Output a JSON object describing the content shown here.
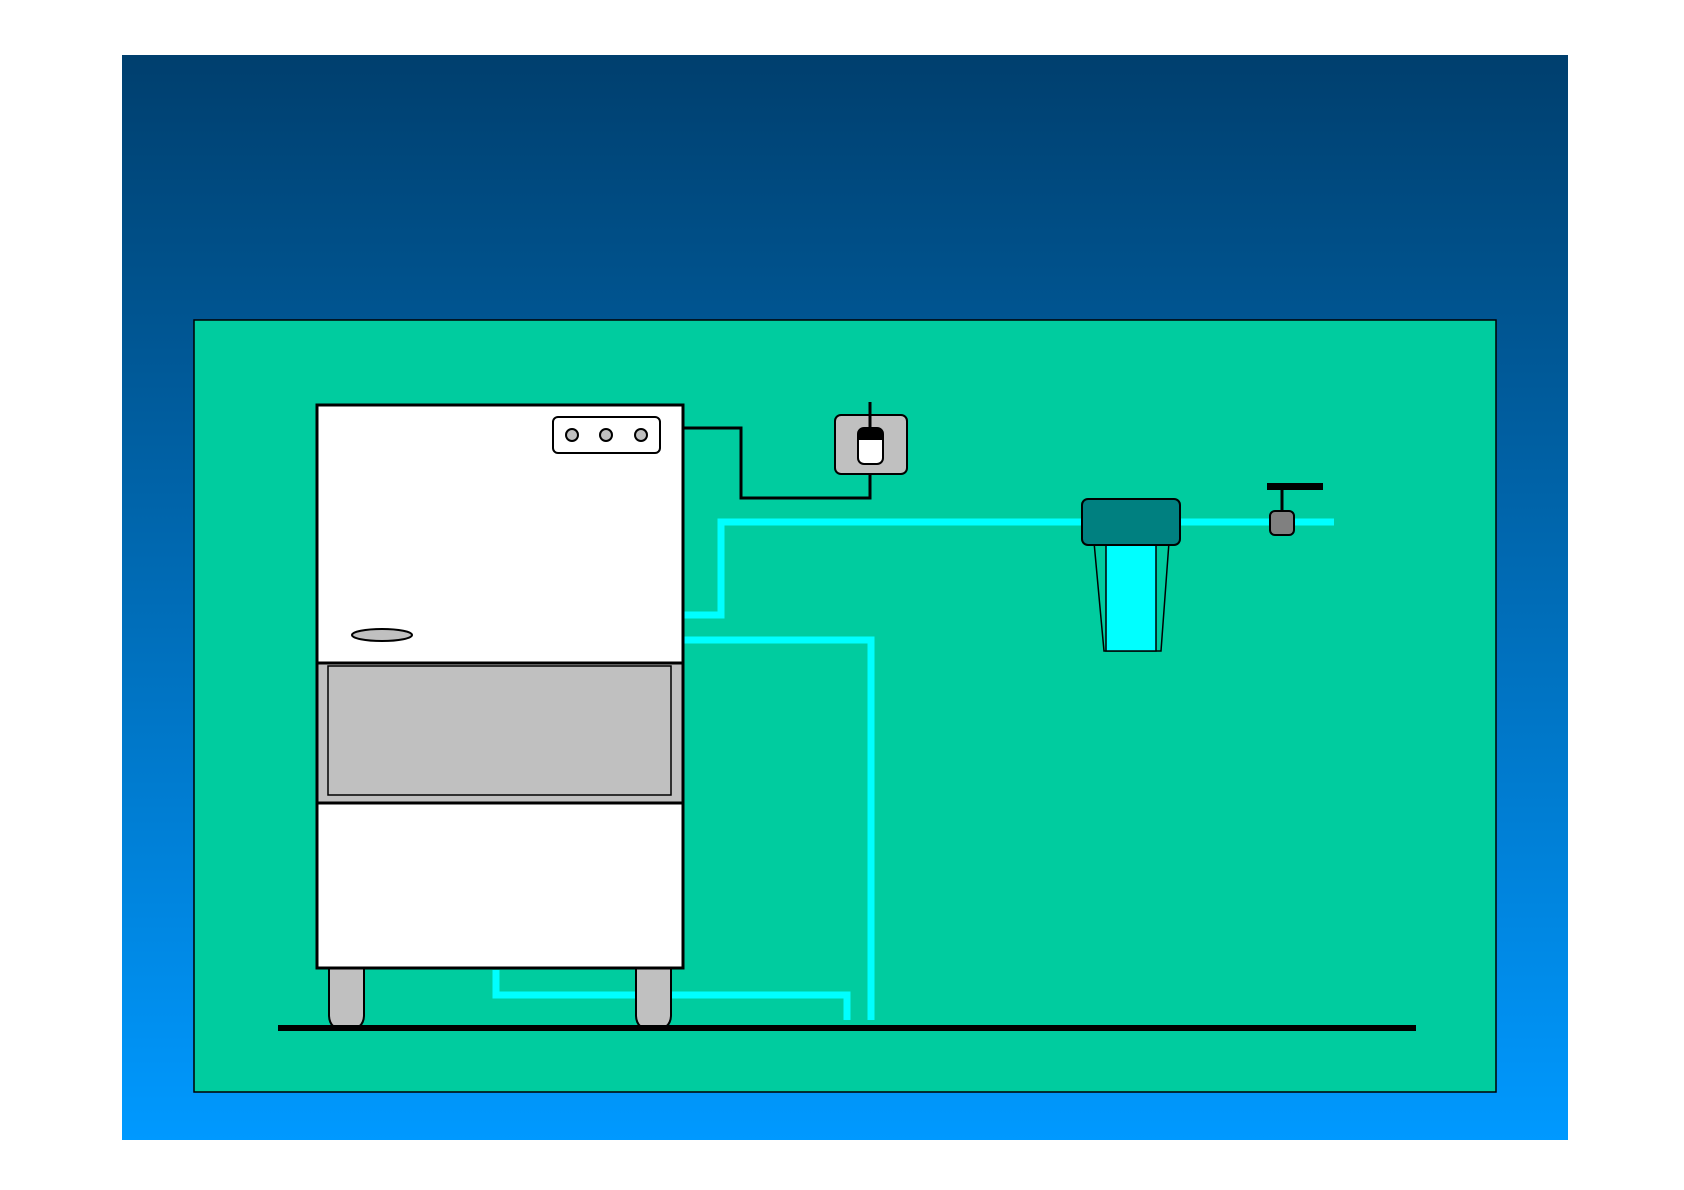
{
  "colors": {
    "page_background": "#ffffff",
    "slide_gradient_top": "#003F6E",
    "slide_gradient_bottom": "#0099FF",
    "panel_fill": "#00CC9F",
    "outline": "#000000",
    "appliance_body": "#ffffff",
    "appliance_grey": "#C0C0C0",
    "water_line": "#00FFFF",
    "filter_head": "#008080",
    "filter_bowl": "#00FFFF",
    "valve_body": "#808080",
    "electric_cable": "#000000",
    "socket_plate": "#C0C0C0"
  },
  "icons": {
    "appliance": "dishwasher-icon",
    "socket": "power-socket-icon",
    "plug": "plug-icon",
    "filter": "water-filter-icon",
    "valve": "shutoff-valve-icon"
  },
  "diagram": {
    "nodes": [
      {
        "id": "appliance",
        "kind": "dishwasher"
      },
      {
        "id": "socket",
        "kind": "electrical-socket"
      },
      {
        "id": "filter",
        "kind": "water-filter"
      },
      {
        "id": "valve",
        "kind": "shutoff-valve"
      }
    ],
    "connections": [
      {
        "from": "appliance",
        "to": "socket",
        "kind": "electric-cable"
      },
      {
        "from": "valve",
        "to": "filter",
        "kind": "water-supply"
      },
      {
        "from": "filter",
        "to": "appliance",
        "kind": "water-supply"
      },
      {
        "from": "appliance",
        "to": "floor-drain",
        "kind": "drain-hose"
      }
    ]
  }
}
